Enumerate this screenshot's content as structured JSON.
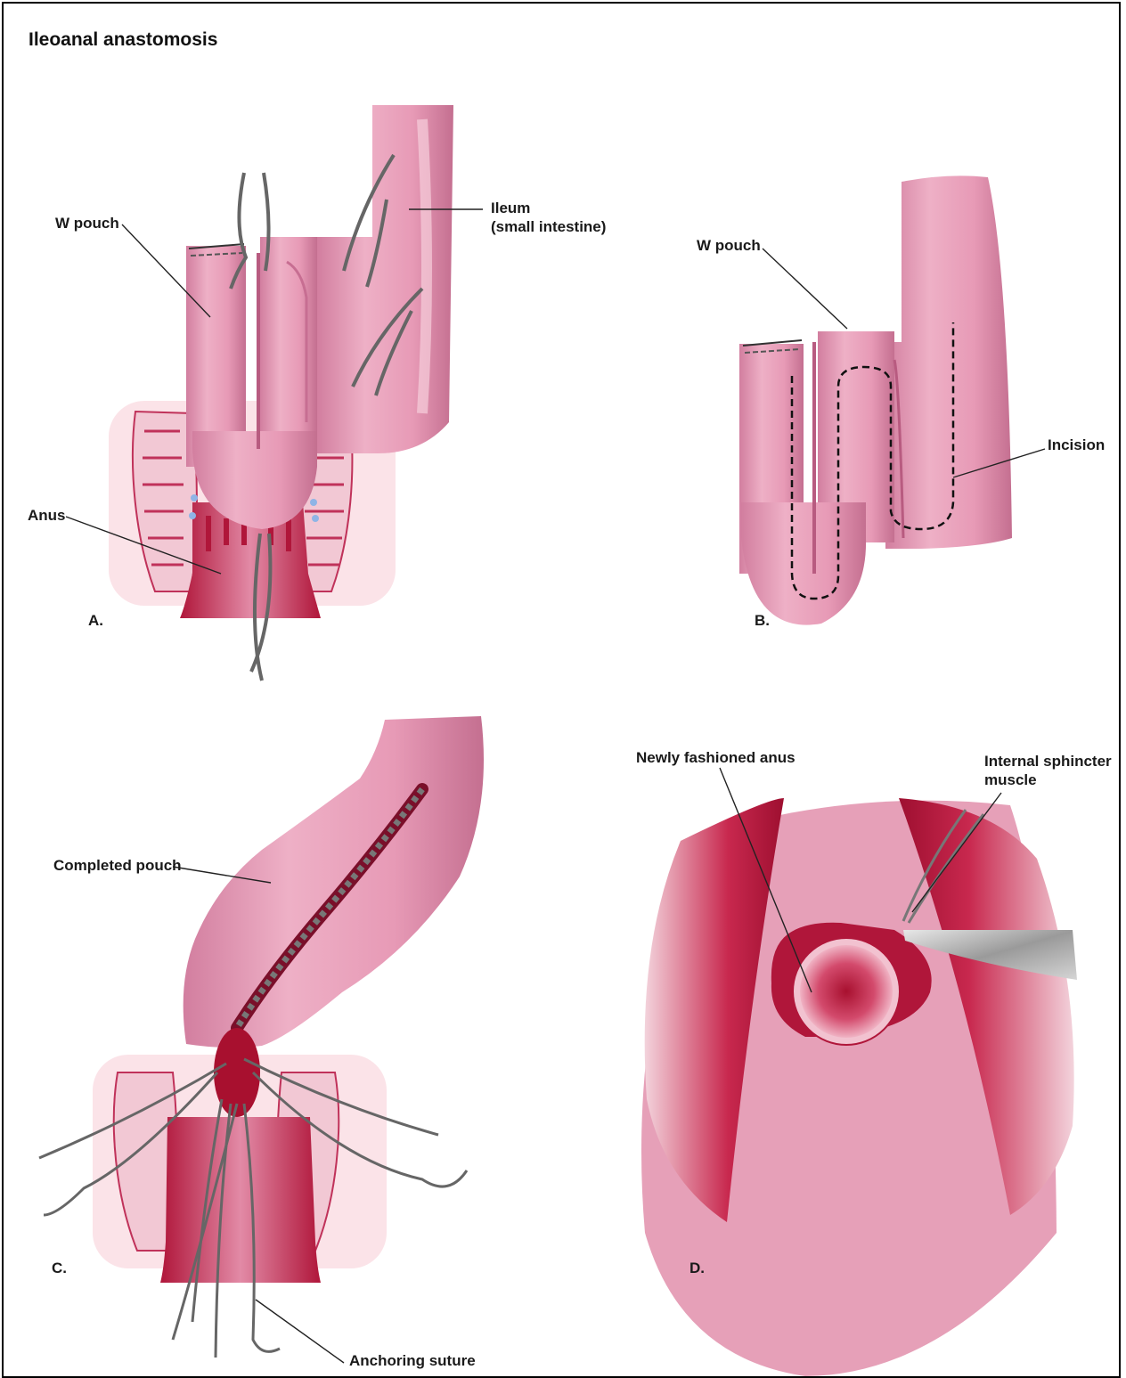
{
  "title": "Ileoanal anastomosis",
  "panels": {
    "a": {
      "letter": "A.",
      "w_pouch": "W pouch",
      "ileum": "Ileum\n(small intestine)",
      "anus": "Anus"
    },
    "b": {
      "letter": "B.",
      "w_pouch": "W pouch",
      "incision": "Incision"
    },
    "c": {
      "letter": "C.",
      "completed_pouch": "Completed pouch",
      "anchoring_suture": "Anchoring suture"
    },
    "d": {
      "letter": "D.",
      "new_anus": "Newly fashioned anus",
      "sphincter": "Internal sphincter\nmuscle"
    }
  },
  "colors": {
    "tissue_pink": "#e8a0b8",
    "tissue_pink_dark": "#c9708f",
    "muscle_red": "#b0163a",
    "gland_pink": "#f2c8d4",
    "skin_halo": "#fbe3e8",
    "suture_gray": "#666666",
    "instrument_steel": "#b5b5b5",
    "stitch_blue": "#8fb4e6"
  }
}
